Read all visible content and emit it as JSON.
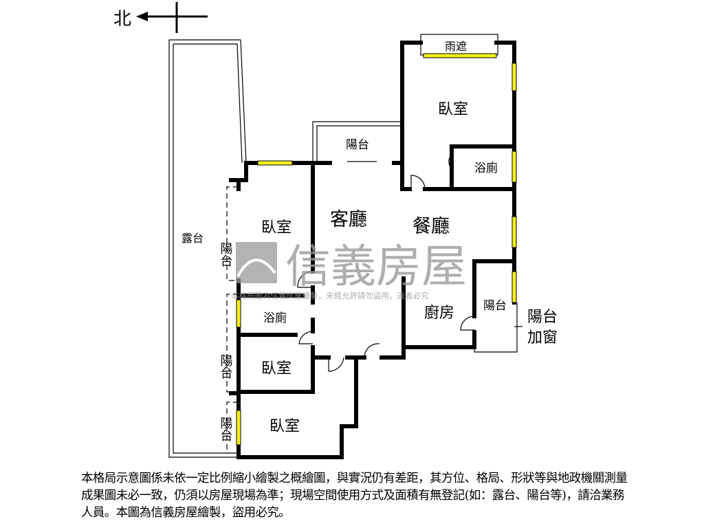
{
  "compass": {
    "label": "北"
  },
  "rooms": {
    "terrace": "露台",
    "canopy": "雨遮",
    "bedroom_top": "臥室",
    "bath_top": "浴廁",
    "balcony_top": "陽台",
    "living": "客廳",
    "dining": "餐廳",
    "bedroom_left": "臥室",
    "balcony_left1": "陽台",
    "bath_left": "浴廁",
    "balcony_left2": "陽台",
    "bedroom_mid": "臥室",
    "balcony_left3": "陽台",
    "bedroom_bottom": "臥室",
    "kitchen": "廚房",
    "balcony_kitchen": "陽台",
    "balcony_window_line1": "陽台",
    "balcony_window_line2": "加窗"
  },
  "watermark": {
    "brand": "信義房屋",
    "notice": "本格局圖為信義房屋繪製，未經允許請勿盜用，違者必究"
  },
  "disclaimer": "本格局示意圖係未依一定比例縮小繪製之概繪圖，與實況仍有差距，其方位、格局、形狀等與地政機關測量成果圖未必一致，仍須以房屋現場為準；現場空間使用方式及面積有無登記(如：露台、陽台等)，請洽業務人員。本圖為信義房屋繪製，盜用必究。",
  "colors": {
    "window": "#f4ef1c",
    "watermark": "#9a9a9a"
  }
}
